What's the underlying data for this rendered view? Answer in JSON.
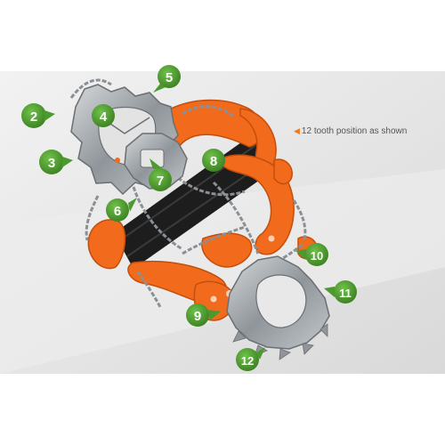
{
  "caption": {
    "arrow_icon": "triangle-left-icon",
    "text": "12 tooth position as shown"
  },
  "callouts": [
    "2",
    "3",
    "4",
    "5",
    "6",
    "7",
    "8",
    "9",
    "10",
    "11",
    "12"
  ],
  "colors": {
    "badge": "#4a9a2e",
    "rubber": "#f26a1b",
    "strap": "#1d1d1d",
    "steel": "#9aa0a4",
    "backdrop": "#e3e3e3"
  }
}
